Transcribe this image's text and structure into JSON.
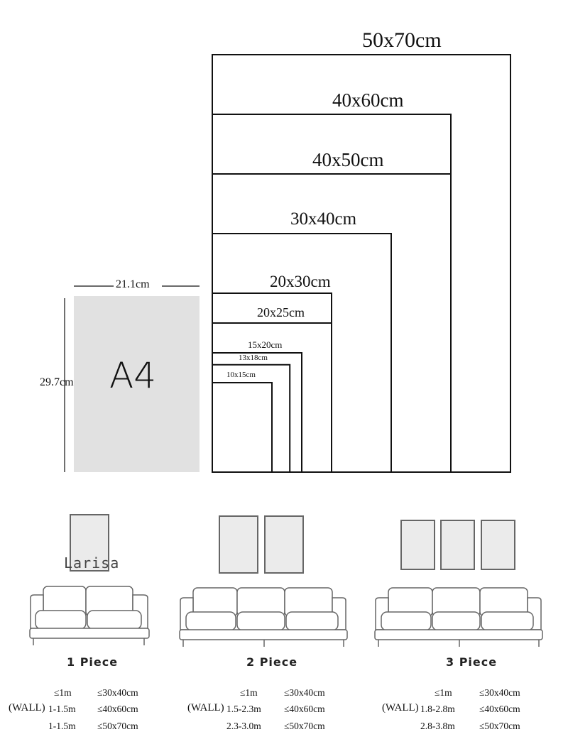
{
  "a4": {
    "label": "A4",
    "width_label": "21.1cm",
    "height_label": "29.7cm"
  },
  "sizes": [
    {
      "label": "50x70cm",
      "w": 50,
      "h": 70
    },
    {
      "label": "40x60cm",
      "w": 40,
      "h": 60
    },
    {
      "label": "40x50cm",
      "w": 40,
      "h": 50
    },
    {
      "label": "30x40cm",
      "w": 30,
      "h": 40
    },
    {
      "label": "20x30cm",
      "w": 20,
      "h": 30
    },
    {
      "label": "20x25cm",
      "w": 20,
      "h": 25
    },
    {
      "label": "15x20cm",
      "w": 15,
      "h": 20
    },
    {
      "label": "13x18cm",
      "w": 13,
      "h": 18
    },
    {
      "label": "10x15cm",
      "w": 10,
      "h": 15
    }
  ],
  "watermark": "Larisa",
  "layouts": [
    {
      "title": "1 Piece",
      "wall_label": "(WALL)",
      "rows": [
        {
          "wall": "≤1m",
          "size": "≤30x40cm"
        },
        {
          "wall": "1-1.5m",
          "size": "≤40x60cm"
        },
        {
          "wall": "1-1.5m",
          "size": "≤50x70cm"
        }
      ]
    },
    {
      "title": "2 Piece",
      "wall_label": "(WALL)",
      "rows": [
        {
          "wall": "≤1m",
          "size": "≤30x40cm"
        },
        {
          "wall": "1.5-2.3m",
          "size": "≤40x60cm"
        },
        {
          "wall": "2.3-3.0m",
          "size": "≤50x70cm"
        }
      ]
    },
    {
      "title": "3 Piece",
      "wall_label": "(WALL)",
      "rows": [
        {
          "wall": "≤1m",
          "size": "≤30x40cm"
        },
        {
          "wall": "1.8-2.8m",
          "size": "≤40x60cm"
        },
        {
          "wall": "2.8-3.8m",
          "size": "≤50x70cm"
        }
      ]
    }
  ],
  "colors": {
    "a4_fill": "#e1e1e1",
    "frame_fill": "#ebebeb",
    "frame_stroke": "#666666",
    "line": "#111111"
  }
}
